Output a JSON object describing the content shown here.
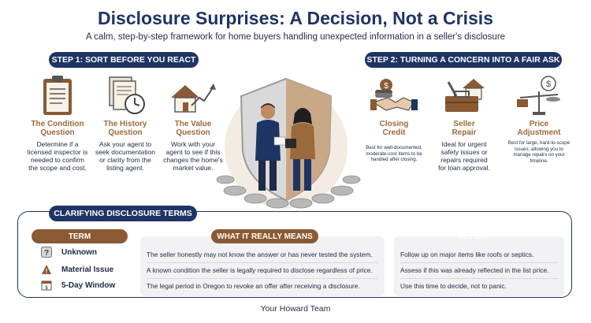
{
  "header": {
    "title": "Disclosure Surprises: A Decision, Not a Crisis",
    "subtitle": "A calm, step-by-step framework for home buyers handling unexpected information in a seller's disclosure"
  },
  "step1": {
    "label": "STEP 1: SORT BEFORE YOU REACT",
    "items": [
      {
        "icon": "clipboard-icon",
        "heading_1": "The Condition",
        "heading_2": "Question",
        "desc_1": "Determine if a",
        "desc_2": "licensed inspector is",
        "desc_3": "needed to confirm",
        "desc_4": "the scope and cost."
      },
      {
        "icon": "documents-clock-icon",
        "heading_1": "The History",
        "heading_2": "Question",
        "desc_1": "Ask your agent to",
        "desc_2": "seek documentation",
        "desc_3": "or clarity from the",
        "desc_4": "listing agent."
      },
      {
        "icon": "house-chart-icon",
        "heading_1": "The Value",
        "heading_2": "Question",
        "desc_1": "Work with your",
        "desc_2": "agent to see if this",
        "desc_3": "changes the home's",
        "desc_4": "market value."
      }
    ]
  },
  "step2": {
    "label": "STEP 2: TURNING A CONCERN INTO A FAIR ASK",
    "items": [
      {
        "icon": "handshake-coins-icon",
        "heading_1": "Closing",
        "heading_2": "Credit",
        "desc_1": "Best for well-documented,",
        "desc_2": "moderate-cost items to be",
        "desc_3": "handled after closing.",
        "desc_4": ""
      },
      {
        "icon": "toolbox-house-icon",
        "heading_1": "Seller",
        "heading_2": "Repair",
        "desc_1": "Ideal for urgent",
        "desc_2": "safety issues or",
        "desc_3": "repairs required",
        "desc_4": "for loan approval."
      },
      {
        "icon": "scale-coins-icon",
        "heading_1": "Price",
        "heading_2": "Adjustment",
        "desc_1": "Best for large, hard-to-scope",
        "desc_2": "issues, allowing you to",
        "desc_3": "manage repairs on your",
        "desc_4": "timeline."
      }
    ]
  },
  "terms": {
    "label": "CLARIFYING DISCLOSURE TERMS",
    "col_term": "TERM",
    "col_meaning": "WHAT IT REALLY MEANS",
    "col_action": "ACTION",
    "rows": [
      {
        "term": "Unknown",
        "icon": "question-icon",
        "meaning": "The seller honestly may not know the answer or has never tested the system.",
        "action": "Follow up on major items like roofs or septics."
      },
      {
        "term": "Material Issue",
        "icon": "warning-icon",
        "meaning": "A known condition the seller is legally required to disclose regardless of price.",
        "action": "Assess if this was already reflected in the list price."
      },
      {
        "term": "5-Day Window",
        "icon": "calendar-icon",
        "meaning": "The legal period in Oregon to revoke an offer after receiving a disclosure.",
        "action": "Use this time to decide, not to panic."
      }
    ]
  },
  "footer": "Your Howard Team",
  "colors": {
    "navy": "#1e3464",
    "brown": "#8a5a34",
    "gold": "#9a6a3c"
  }
}
